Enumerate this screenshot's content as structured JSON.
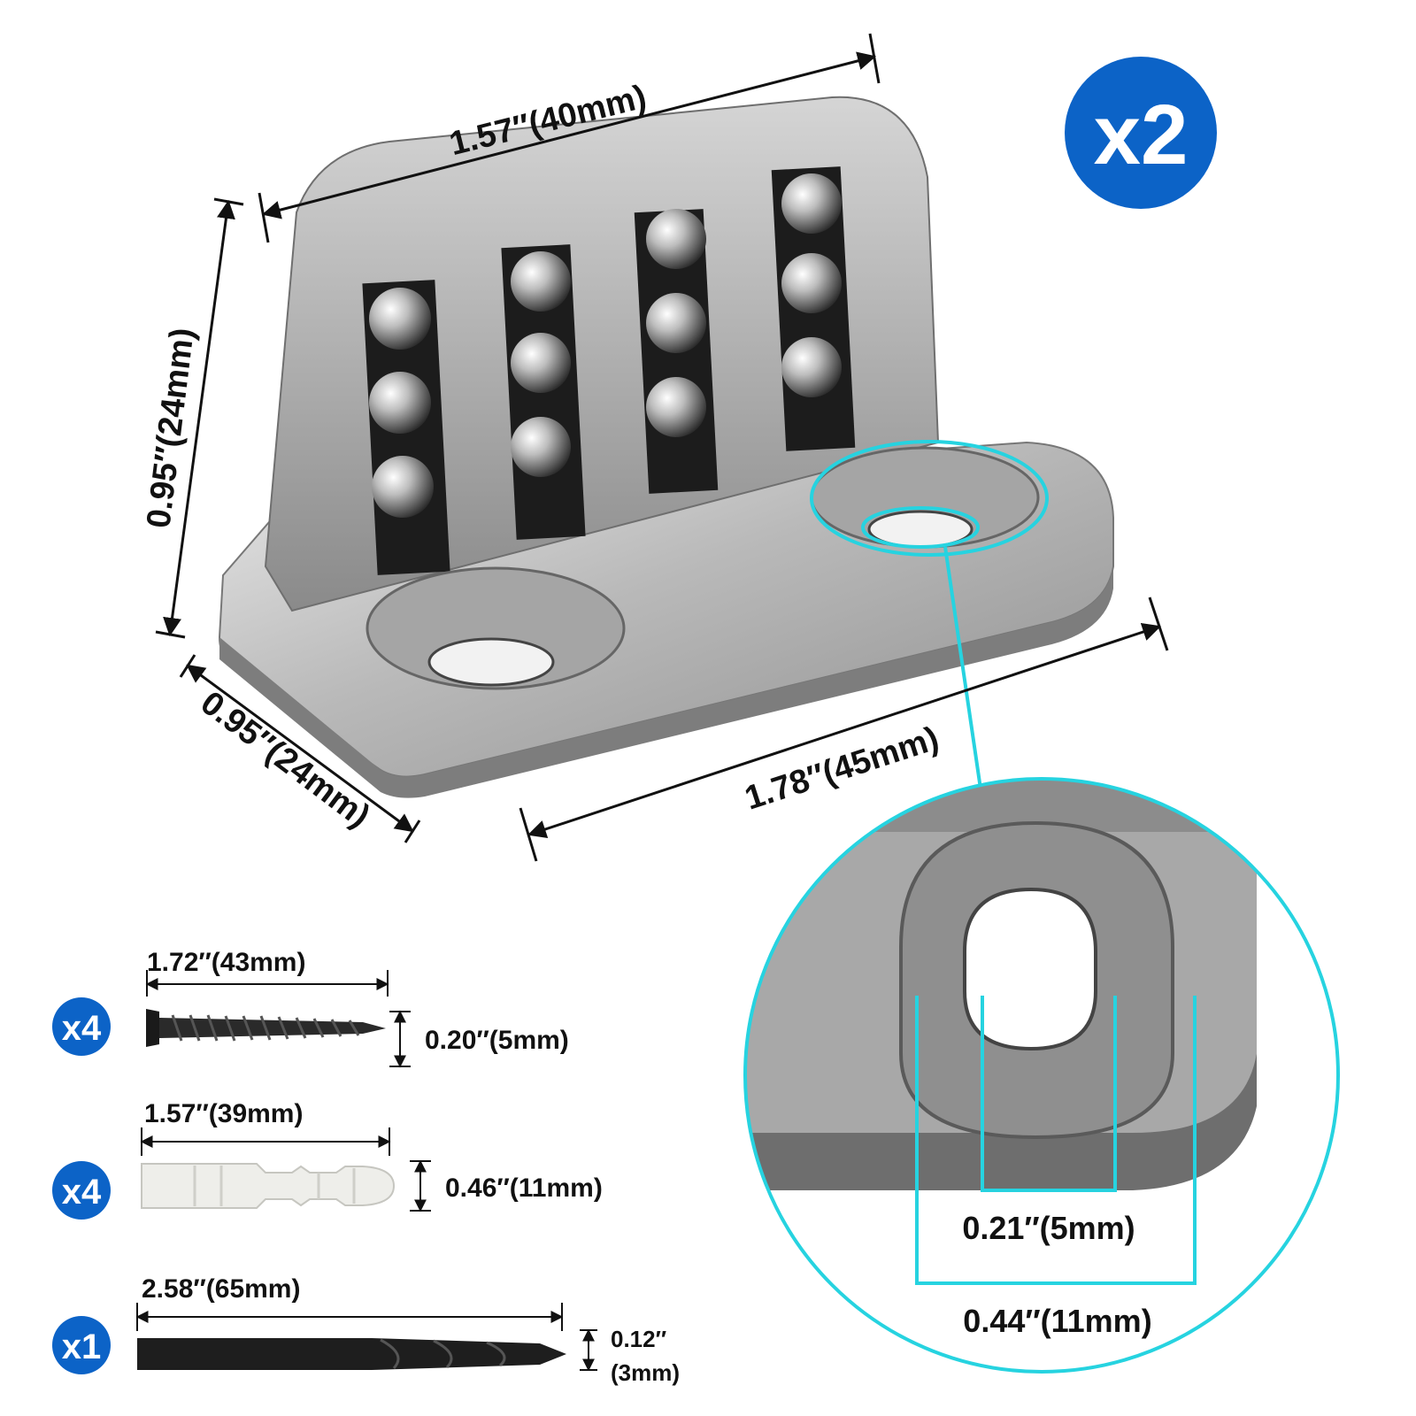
{
  "quantity_badge": {
    "label": "x2",
    "color": "#0c63c7"
  },
  "bracket": {
    "width_label": "1.57′′(40mm)",
    "height_label": "0.95′′(24mm)",
    "depth_label": "0.95′′(24mm)",
    "base_length_label": "1.78′′(45mm)"
  },
  "hole_detail": {
    "inner_label": "0.21′′(5mm)",
    "outer_label": "0.44′′(11mm)",
    "accent_color": "#26d3e0"
  },
  "accessories": [
    {
      "name": "screw",
      "count": "x4",
      "length_label": "1.72′′(43mm)",
      "diameter_label": "0.20′′(5mm)"
    },
    {
      "name": "wall-anchor",
      "count": "x4",
      "length_label": "1.57′′(39mm)",
      "diameter_label": "0.46′′(11mm)"
    },
    {
      "name": "drill-bit",
      "count": "x1",
      "length_label": "2.58′′(65mm)",
      "diameter_label": "0.12′′",
      "diameter_label_2": "(3mm)"
    }
  ]
}
